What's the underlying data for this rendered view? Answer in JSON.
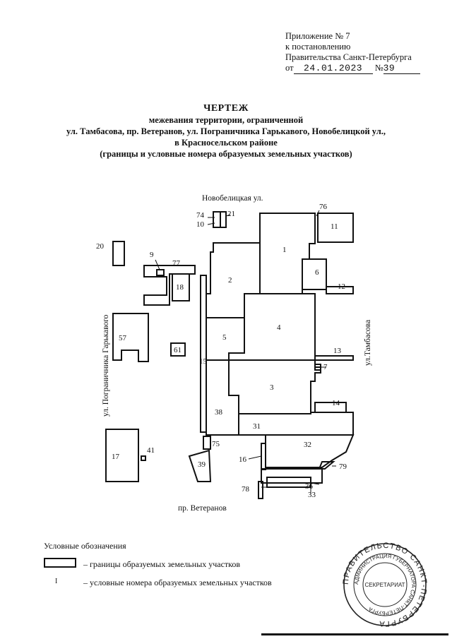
{
  "annex": {
    "line1": "Приложение № 7",
    "line2": "к постановлению",
    "line3": "Правительства Санкт-Петербурга",
    "date_prefix": "от",
    "date_value": "24.01.2023",
    "num_prefix": "№",
    "num_value": "39"
  },
  "title": {
    "main": "ЧЕРТЕЖ",
    "line1": "межевания территории, ограниченной",
    "line2": "ул. Тамбасова, пр. Ветеранов, ул. Пограничника Гарькавого, Новобелицкой ул.,",
    "line3": "в Красносельском районе",
    "line4": "(границы и условные номера образуемых земельных участков)"
  },
  "streets": {
    "north": "Новобелицкая ул.",
    "south": "пр.  Ветеранов",
    "west": "ул.  Пограничника  Гарькавого",
    "east": "ул.Тамбасова"
  },
  "plots": [
    "1",
    "2",
    "3",
    "4",
    "5",
    "6",
    "7",
    "9",
    "10",
    "11",
    "12",
    "13",
    "14",
    "15",
    "16",
    "17",
    "18",
    "20",
    "21",
    "31",
    "32",
    "33",
    "36",
    "38",
    "39",
    "41",
    "57",
    "61",
    "74",
    "75",
    "76",
    "77",
    "78",
    "79"
  ],
  "legend": {
    "title": "Условные обозначения",
    "item1": "– границы образуемых земельных участков",
    "item2_symbol": "I",
    "item2": "– условные номера образуемых земельных участков"
  },
  "stamp": {
    "outer_text": "ПРАВИТЕЛЬСТВО САНКТ-ПЕТЕРБУРГА",
    "inner_text": "АДМИНИСТРАЦИЯ ГУБЕРНАТОРА САНКТ-ПЕТЕРБУРГА",
    "center": "СЕКРЕТАРИАТ"
  },
  "colors": {
    "ink": "#111111",
    "stamp": "#222222"
  }
}
